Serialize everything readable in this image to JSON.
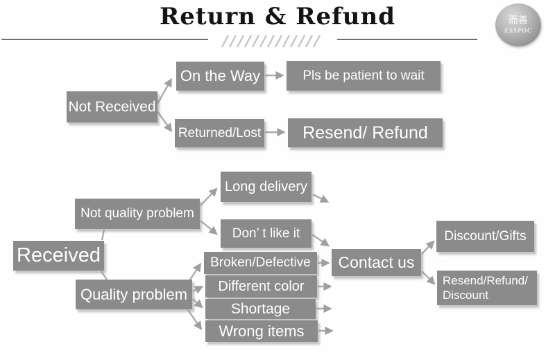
{
  "header": {
    "title": "Return & Refund",
    "logo_cn": "而善",
    "logo_en": "ESSPOC"
  },
  "colors": {
    "box_fill": "#8b8b8b",
    "box_text": "#ffffff",
    "arrow": "#a5a5a5",
    "title_text": "#141414",
    "rule_line": "#6f6f6f",
    "hatch": "#c5c5c5"
  },
  "nodes": {
    "not_received": "Not Received",
    "on_the_way": "On the Way",
    "pls_wait": "Pls be patient to wait",
    "returned_lost": "Returned/Lost",
    "resend_refund": "Resend/ Refund",
    "received": "Received",
    "not_quality_problem": "Not quality problem",
    "long_delivery": "Long delivery",
    "dont_like_it": "Don’ t like it",
    "quality_problem": "Quality problem",
    "broken_defective": "Broken/Defective",
    "different_color": "Different color",
    "shortage": "Shortage",
    "wrong_items": "Wrong items",
    "contact_us": "Contact us",
    "discount_gifts": "Discount/Gifts",
    "resend_refund_discount": "Resend/Refund/\nDiscount"
  },
  "edges": [
    {
      "from": "Not Received",
      "to": "On the Way"
    },
    {
      "from": "Not Received",
      "to": "Returned/Lost"
    },
    {
      "from": "On the Way",
      "to": "Pls be patient to wait"
    },
    {
      "from": "Returned/Lost",
      "to": "Resend/ Refund"
    },
    {
      "from": "Received",
      "to": "Not quality problem"
    },
    {
      "from": "Received",
      "to": "Quality problem"
    },
    {
      "from": "Not quality problem",
      "to": "Long delivery"
    },
    {
      "from": "Not quality problem",
      "to": "Don’ t like it"
    },
    {
      "from": "Long delivery",
      "to": "Contact us"
    },
    {
      "from": "Don’ t like it",
      "to": "Contact us"
    },
    {
      "from": "Quality problem",
      "to": "Broken/Defective"
    },
    {
      "from": "Quality problem",
      "to": "Different color"
    },
    {
      "from": "Quality problem",
      "to": "Shortage"
    },
    {
      "from": "Quality problem",
      "to": "Wrong items"
    },
    {
      "from": "Broken/Defective",
      "to": "Contact us"
    },
    {
      "from": "Different color",
      "to": "Contact us"
    },
    {
      "from": "Shortage",
      "to": "Contact us"
    },
    {
      "from": "Wrong items",
      "to": "Contact us"
    },
    {
      "from": "Contact us",
      "to": "Discount/Gifts"
    },
    {
      "from": "Contact us",
      "to": "Resend/Refund/ Discount"
    }
  ]
}
